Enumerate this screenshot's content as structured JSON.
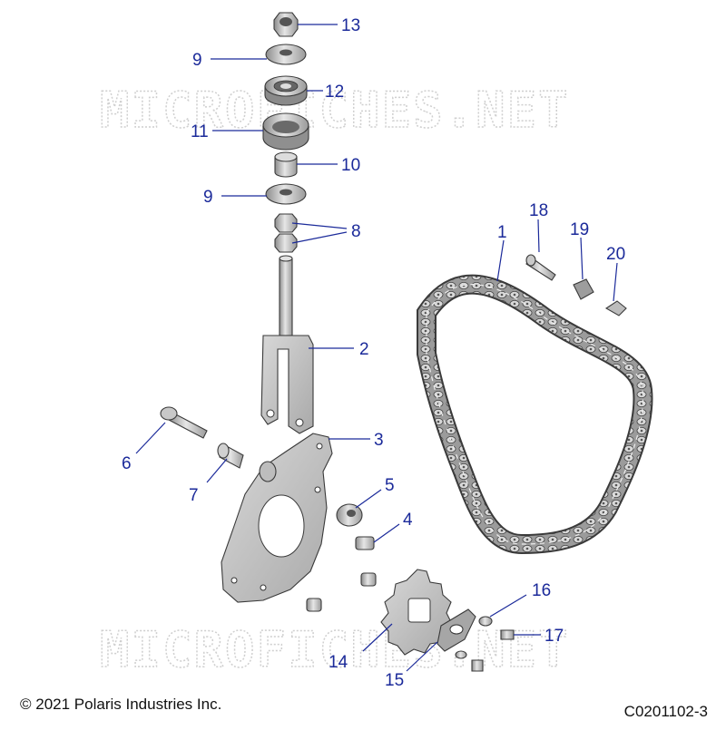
{
  "watermark": {
    "text": "MICROFICHES.NET"
  },
  "callouts": [
    "13",
    "9",
    "12",
    "11",
    "10",
    "9",
    "8",
    "2",
    "3",
    "6",
    "7",
    "5",
    "4",
    "14",
    "15",
    "16",
    "17",
    "1",
    "18",
    "19",
    "20"
  ],
  "footer": {
    "copyright": "© 2021 Polaris Industries Inc.",
    "figure_code": "C0201102-3"
  },
  "colors": {
    "callout_blue": "#1b2a9a",
    "part_gray": "#b8b8b8",
    "outline": "#3a3a3a"
  }
}
